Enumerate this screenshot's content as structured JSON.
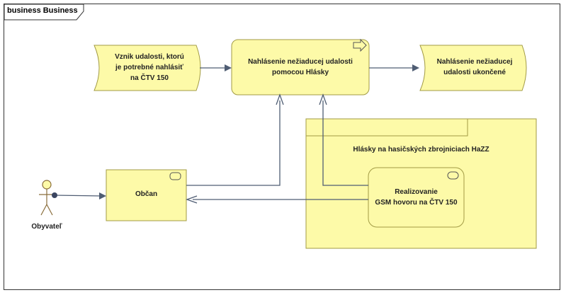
{
  "diagram": {
    "frame_title": "business Business",
    "nodes": {
      "event_start": "Vznik udalosti, ktorú\nje potrebné nahlásiť\nna ČTV 150",
      "process": "Nahlásenie nežiaducej udalosti\npomocou Hlásky",
      "event_end": "Nahlásenie nežiaducej\nudalosti ukončené",
      "group": "Hlásky na hasičských zbrojniciach HaZZ",
      "role_obcan": "Občan",
      "service": "Realizovanie\nGSM hovoru na ČTV 150",
      "actor": "Obyvateľ"
    },
    "colors": {
      "fill": "#fdfaa8",
      "stroke": "#a29b45",
      "connector": "#4f5d73",
      "frame": "#333333"
    }
  }
}
